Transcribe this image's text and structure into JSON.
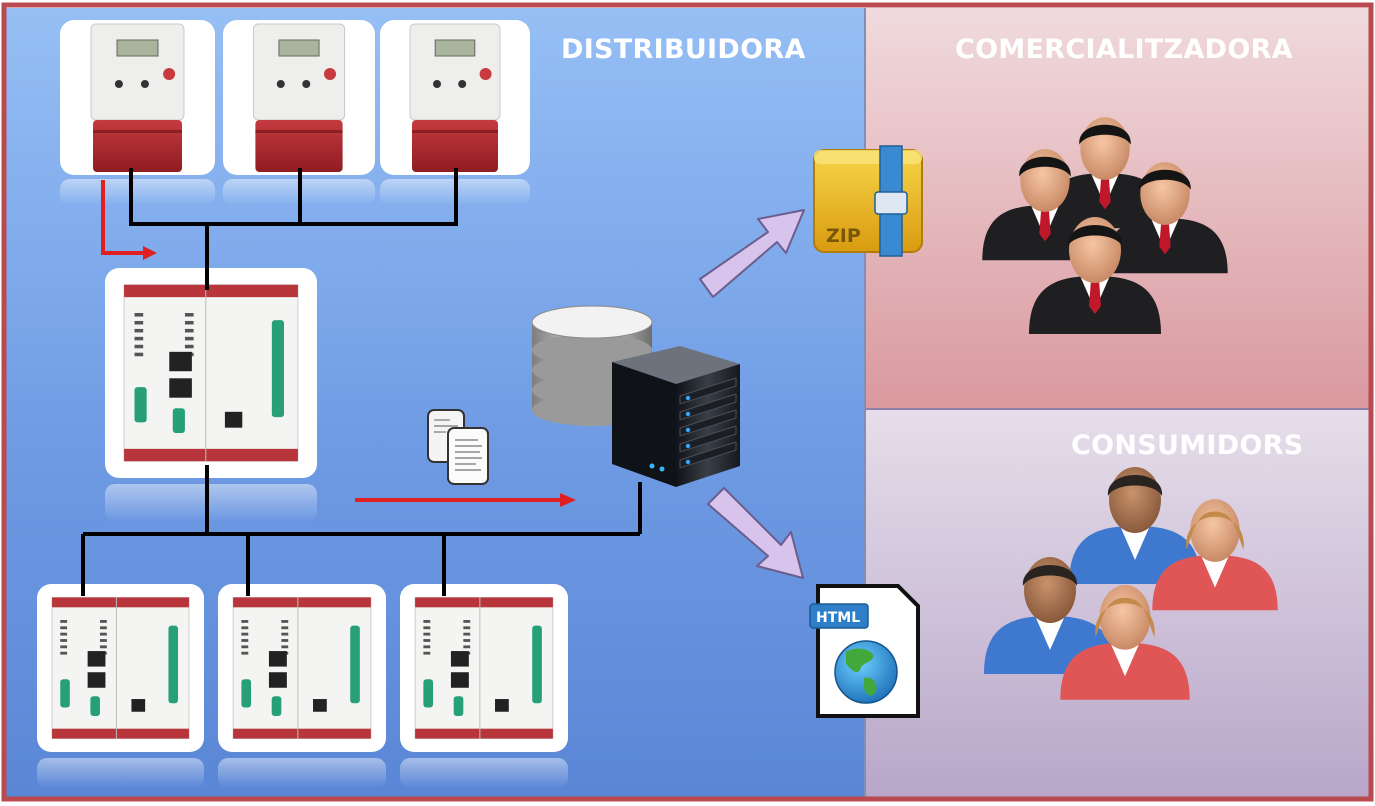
{
  "panels": {
    "distribuidora": {
      "label": "DISTRIBUIDORA",
      "color": "#6f9be4"
    },
    "comercialitzadora": {
      "label": "COMERCIALITZADORA",
      "color": "#d99aa0"
    },
    "consumidors": {
      "label": "CONSUMIDORS",
      "color": "#c2b3d0"
    }
  },
  "file_badges": {
    "zip": "ZIP",
    "html": "HTML"
  },
  "colors": {
    "frame": "#b94a4f",
    "wire": "#000000",
    "data_flow_arrow": "#e02020",
    "output_arrow": "#d7c3ec",
    "meter_red": "#a5252b",
    "terminal_green": "#27a07a"
  },
  "icons": [
    "smart-meter-icon",
    "data-concentrator-icon",
    "document-stack-icon",
    "database-icon",
    "server-icon",
    "zip-archive-icon",
    "html-file-icon",
    "business-group-icon",
    "consumer-group-icon"
  ]
}
